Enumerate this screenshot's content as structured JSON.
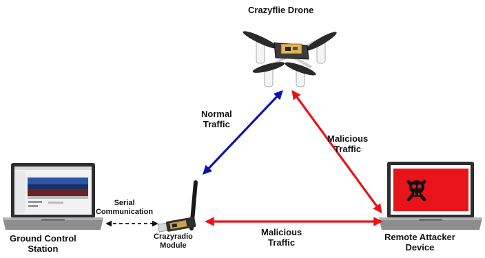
{
  "drone": {
    "label": "Crazyflie Drone"
  },
  "ground_station": {
    "label_line1": "Ground Control",
    "label_line2": "Station"
  },
  "radio": {
    "label_line1": "Crazyradio",
    "label_line2": "Module"
  },
  "attacker": {
    "label_line1": "Remote Attacker",
    "label_line2": "Device"
  },
  "links": {
    "serial": {
      "line1": "Serial",
      "line2": "Communication"
    },
    "normal": {
      "line1": "Normal",
      "line2": "Traffic"
    },
    "malicious_drone": {
      "line1": "Malicious",
      "line2": "Traffic"
    },
    "malicious_radio": {
      "line1": "Malicious",
      "line2": "Traffic"
    }
  },
  "colors": {
    "normal": "#1010b8",
    "malicious": "#e8141a",
    "serial": "#111111",
    "flag_bg": "#e8141a"
  }
}
